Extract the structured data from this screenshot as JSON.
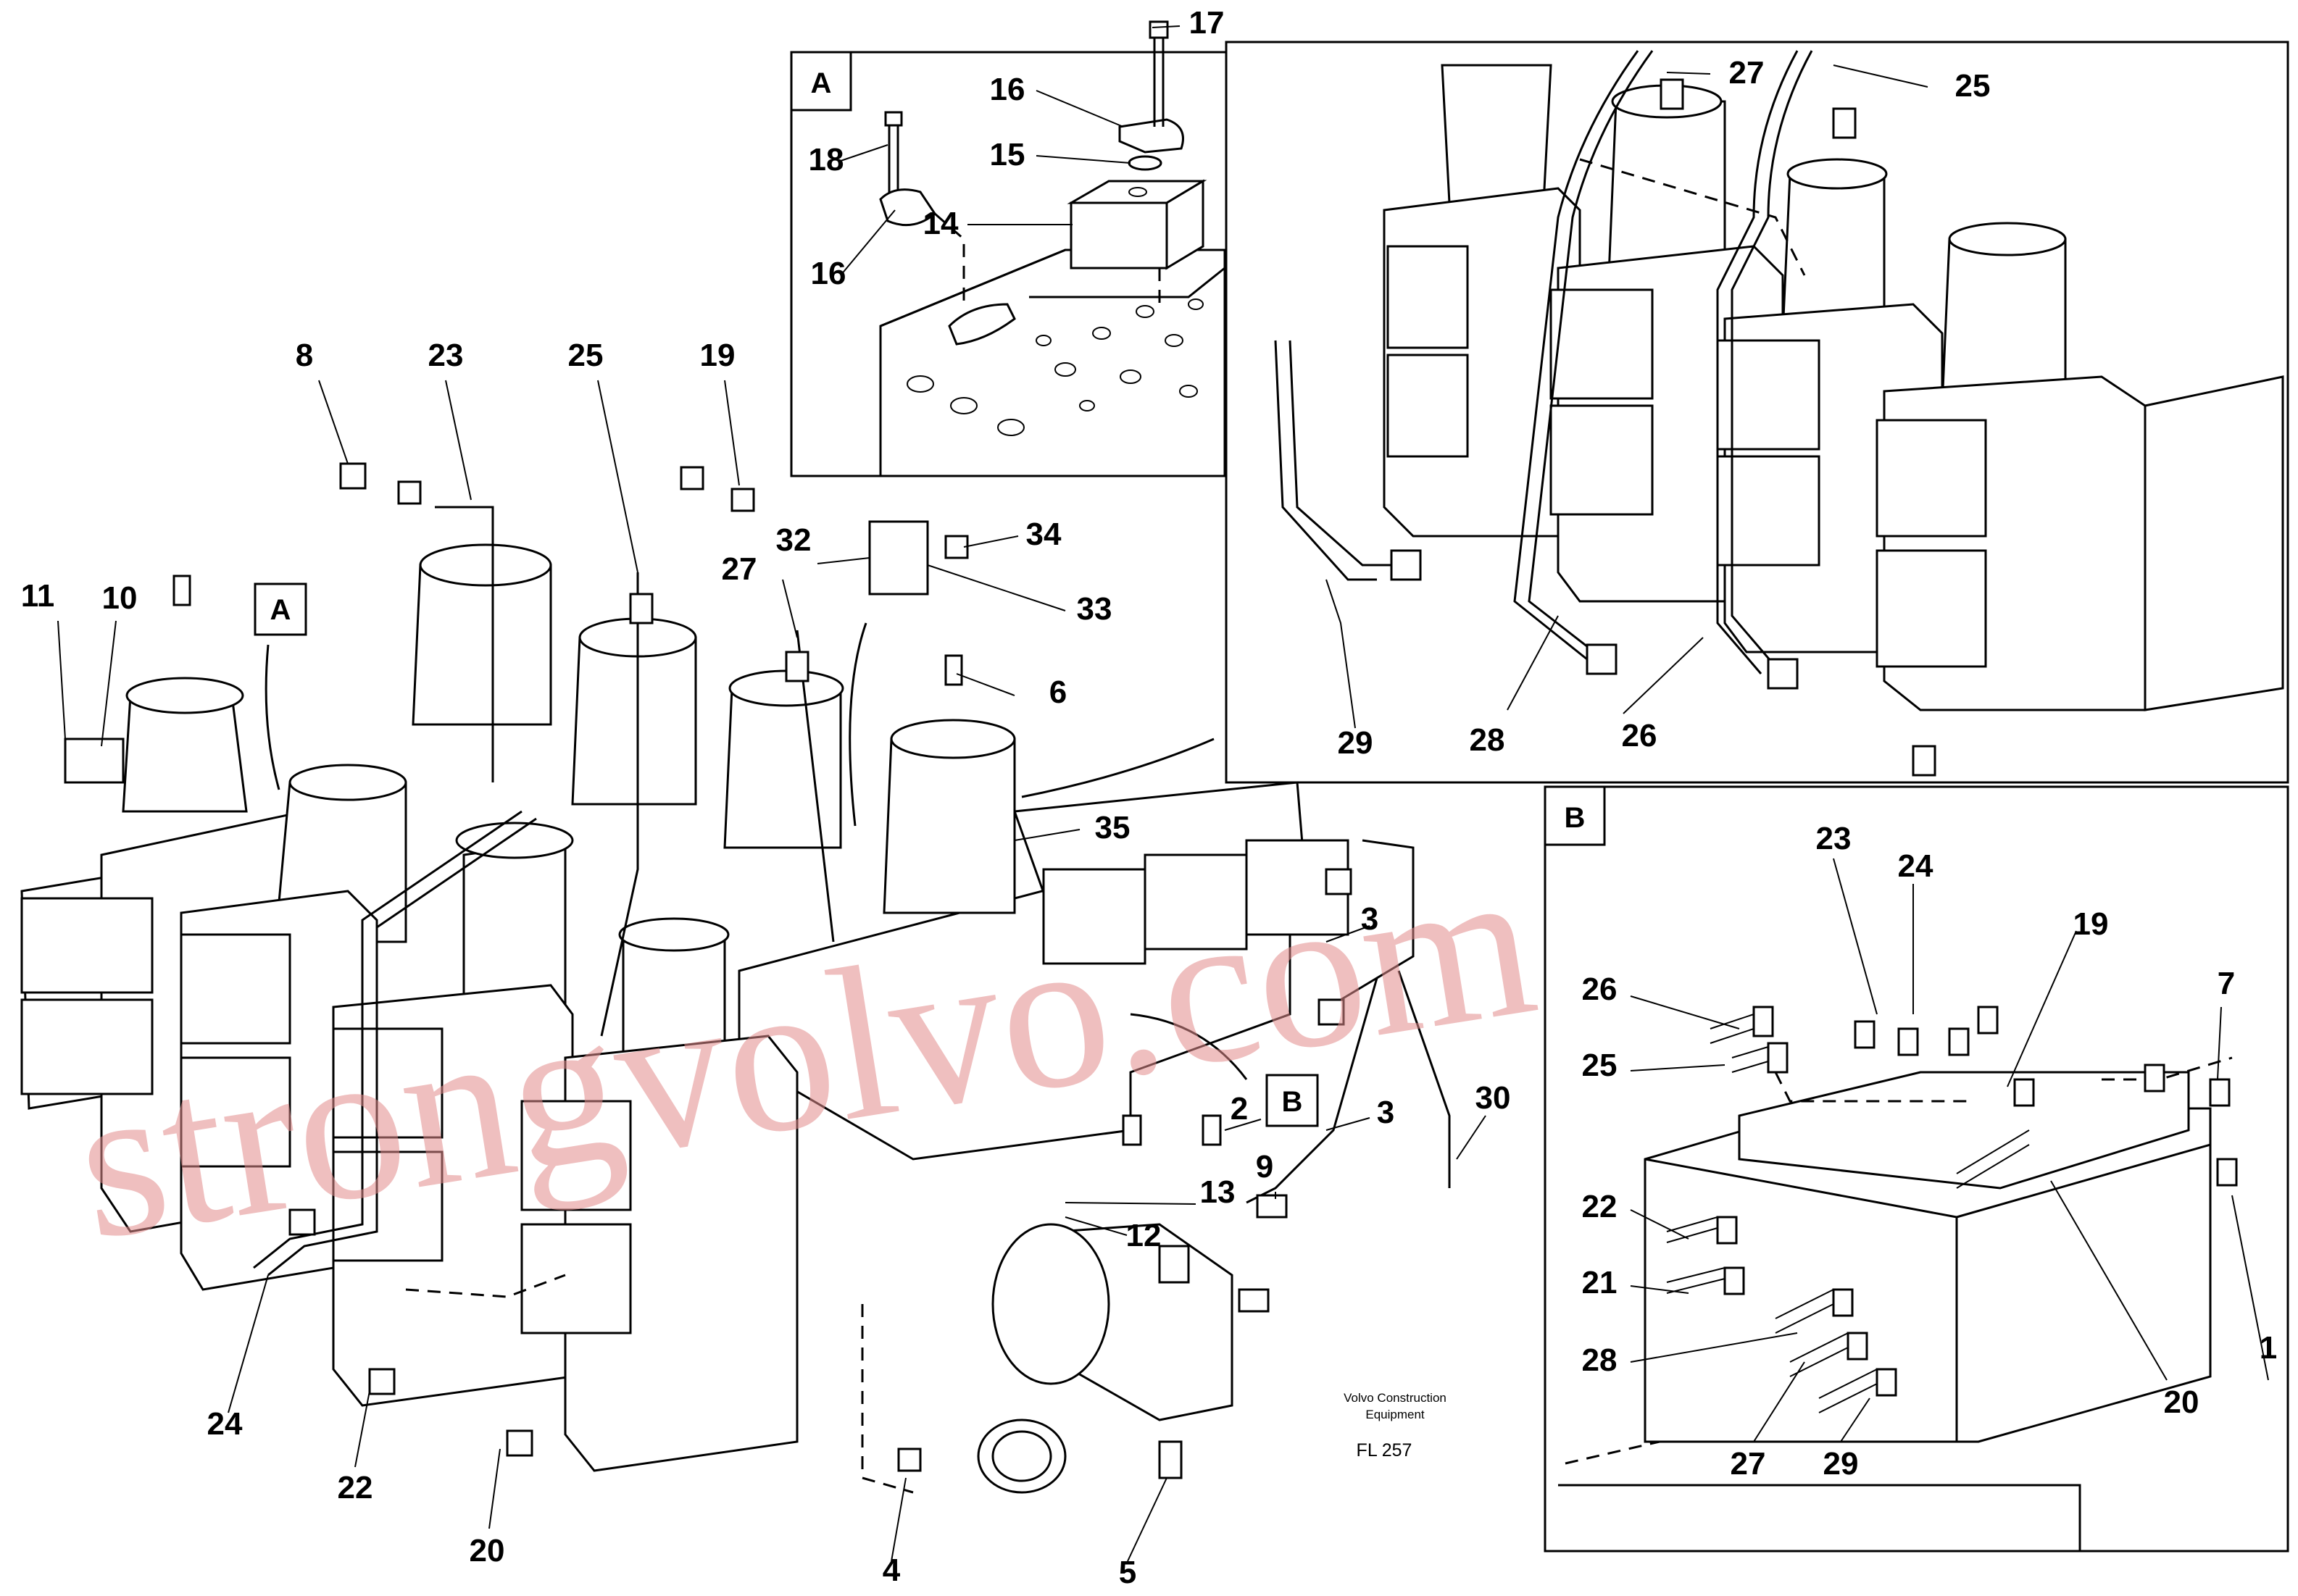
{
  "diagram": {
    "caption_line1": "Volvo Construction",
    "caption_line2": "Equipment",
    "figure_code": "FL 257",
    "watermark": "strongvolvo.com",
    "detail_boxes": [
      {
        "label": "A"
      },
      {
        "label": "B"
      }
    ],
    "view_markers": {
      "a": "A",
      "b": "B"
    },
    "callouts": {
      "main": [
        "8",
        "23",
        "25",
        "19",
        "11",
        "10",
        "27",
        "32",
        "34",
        "33",
        "6",
        "35",
        "3",
        "3",
        "30",
        "2",
        "9",
        "13",
        "12",
        "24",
        "22",
        "20",
        "4",
        "5"
      ],
      "detail_a": [
        "17",
        "16",
        "15",
        "18",
        "14",
        "16"
      ],
      "detail_top": [
        "27",
        "25",
        "29",
        "28",
        "26"
      ],
      "detail_b": [
        "23",
        "24",
        "26",
        "25",
        "19",
        "7",
        "22",
        "21",
        "28",
        "27",
        "29",
        "20",
        "1"
      ]
    }
  }
}
